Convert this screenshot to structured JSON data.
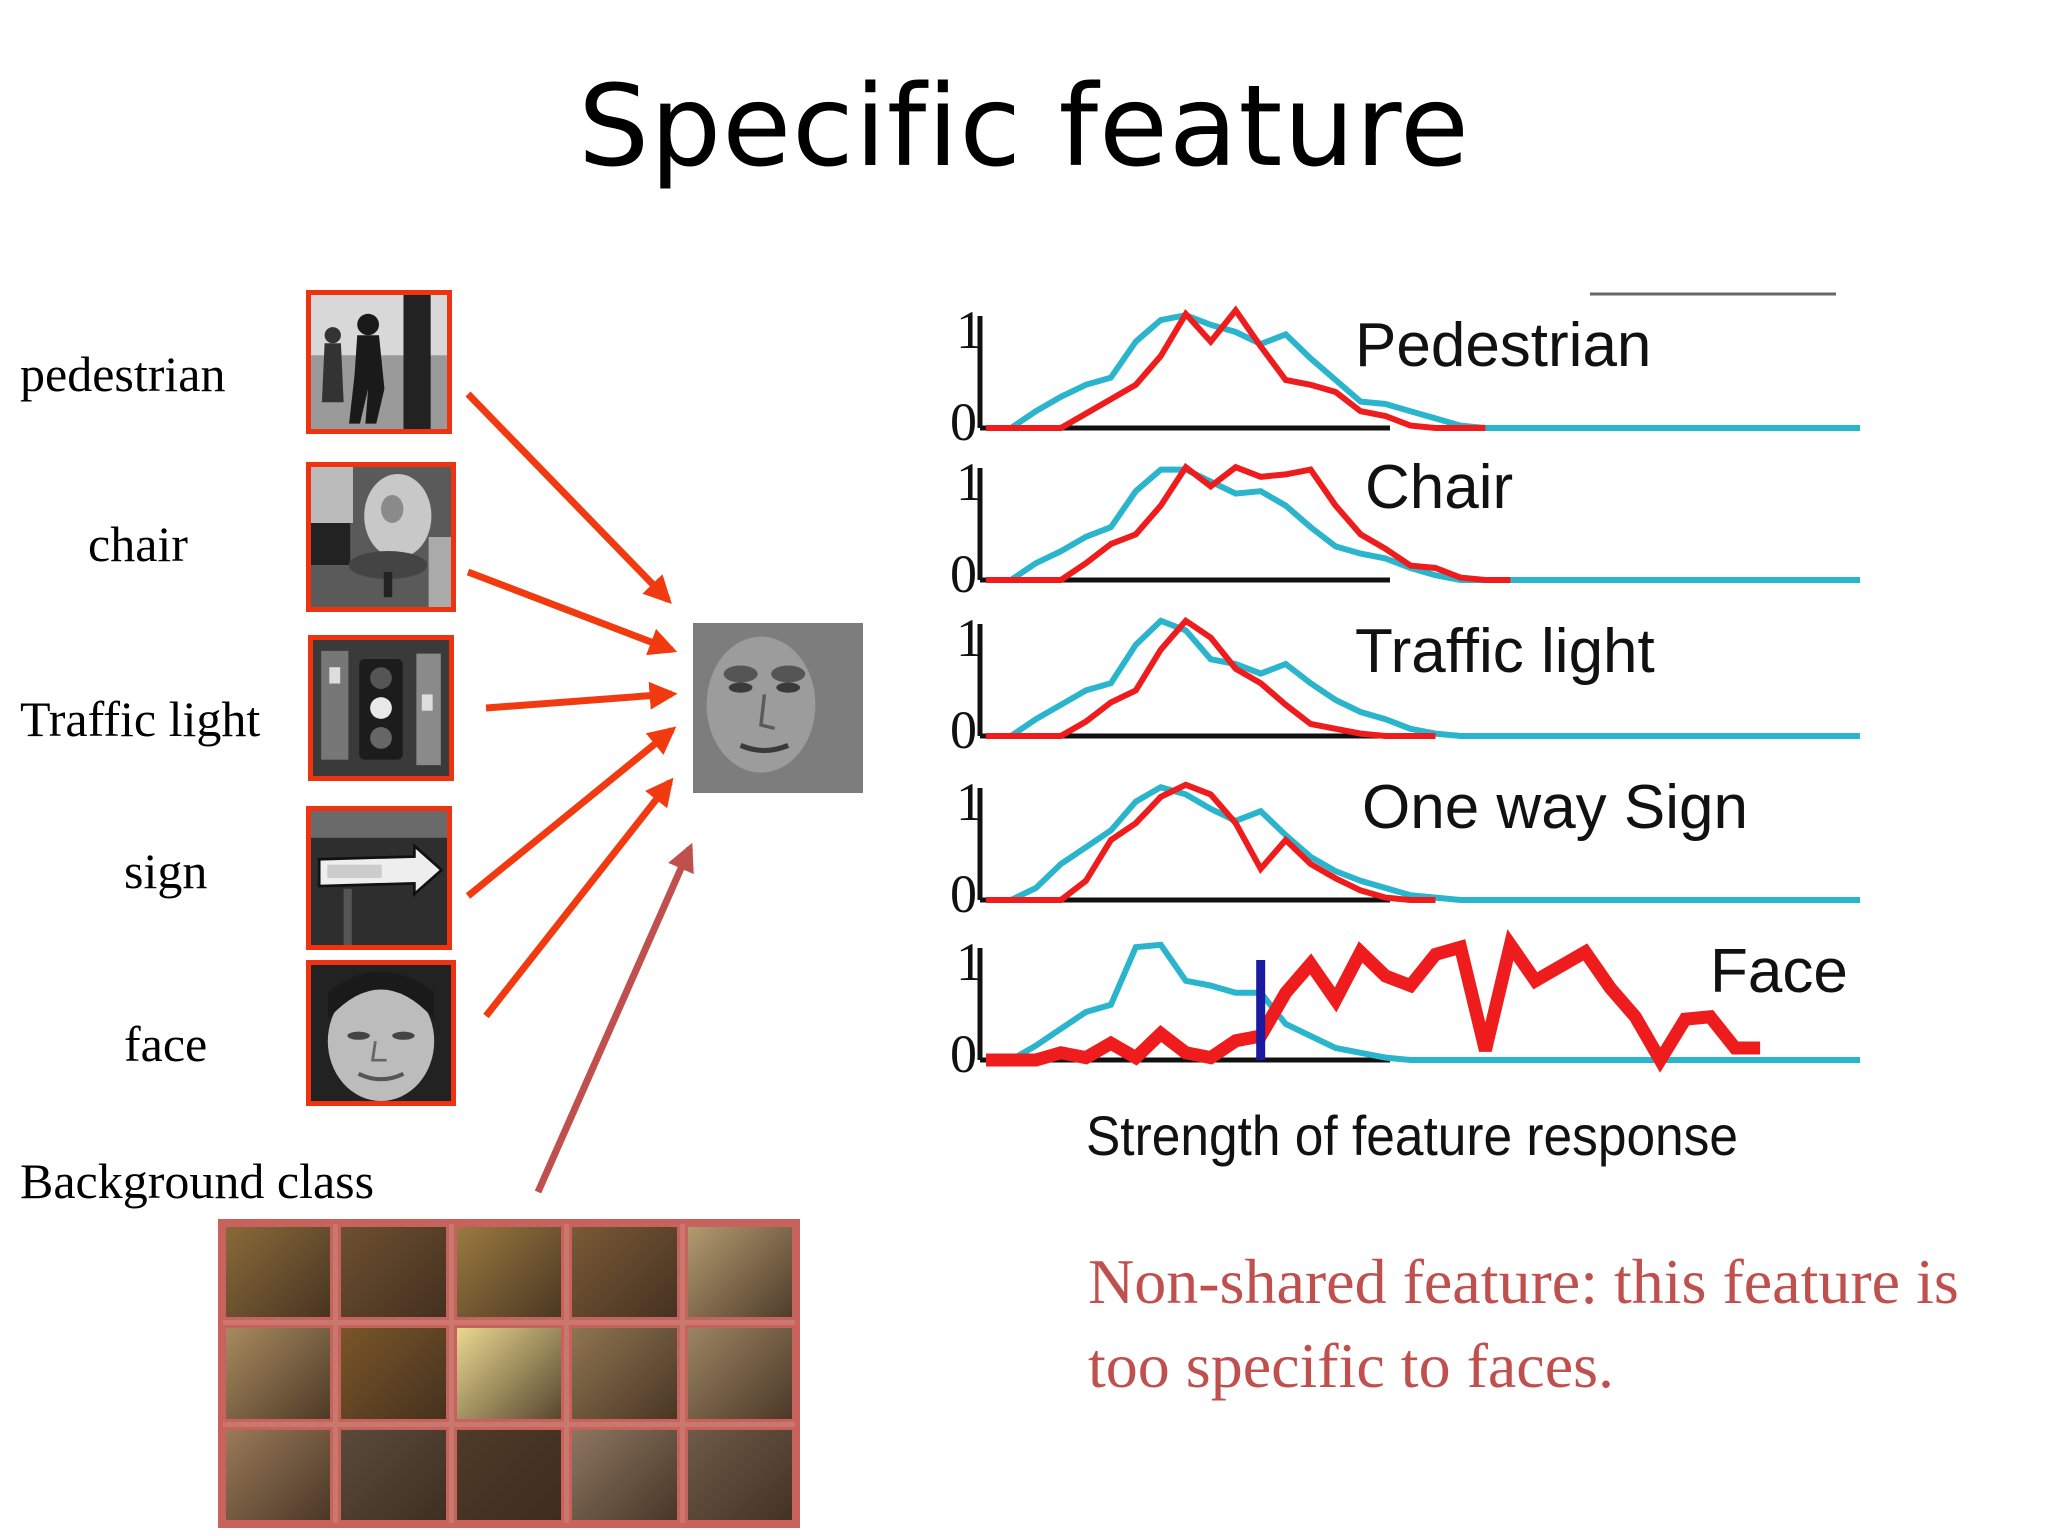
{
  "title": "Specific feature",
  "classes": [
    {
      "label": "pedestrian"
    },
    {
      "label": "chair"
    },
    {
      "label": "Traffic light"
    },
    {
      "label": "sign"
    },
    {
      "label": "face"
    }
  ],
  "background_label": "Background class",
  "note": "Non-shared feature: this feature is too specific to faces.",
  "colors": {
    "red": "#ee1c1c",
    "cyan": "#2ab5cc",
    "arrow": "#f23a10",
    "bg_arrow": "#c0504d",
    "threshold": "#1a1aa0",
    "note": "#c0504d"
  },
  "background_tiles": [
    "#8a6a3a",
    "#6e5030",
    "#9a7a40",
    "#7a5a36",
    "#b39a70",
    "#a88a5e",
    "#7a5628",
    "#e8d890",
    "#8f7450",
    "#9c8462",
    "#9a7a58",
    "#5a4a3c",
    "#4e3a28",
    "#8c7660",
    "#6e5a48"
  ],
  "chart_data": {
    "type": "line",
    "xlabel": "Strength of feature response",
    "yticks": [
      "0",
      "1"
    ],
    "panels": [
      {
        "label": "Pedestrian",
        "series": [
          {
            "color": "cyan",
            "values": [
              0,
              0,
              0.14,
              0.26,
              0.36,
              0.42,
              0.72,
              0.9,
              0.94,
              0.86,
              0.8,
              0.7,
              0.78,
              0.58,
              0.4,
              0.22,
              0.2,
              0.14,
              0.08,
              0.02,
              0,
              0,
              0,
              0,
              0,
              0,
              0,
              0,
              0,
              0,
              0,
              0,
              0,
              0,
              0,
              0
            ]
          },
          {
            "color": "red",
            "values": [
              0,
              0,
              0,
              0,
              0.12,
              0.24,
              0.36,
              0.6,
              0.95,
              0.72,
              0.98,
              0.68,
              0.4,
              0.36,
              0.3,
              0.14,
              0.1,
              0.02,
              0,
              0,
              0
            ]
          }
        ]
      },
      {
        "label": "Chair",
        "series": [
          {
            "color": "cyan",
            "values": [
              0,
              0,
              0.14,
              0.24,
              0.36,
              0.44,
              0.74,
              0.92,
              0.92,
              0.82,
              0.72,
              0.74,
              0.62,
              0.44,
              0.28,
              0.22,
              0.18,
              0.1,
              0.04,
              0,
              0,
              0,
              0,
              0,
              0,
              0,
              0,
              0,
              0,
              0,
              0,
              0,
              0,
              0,
              0,
              0
            ]
          },
          {
            "color": "red",
            "values": [
              0,
              0,
              0,
              0,
              0.14,
              0.3,
              0.38,
              0.62,
              0.94,
              0.78,
              0.94,
              0.86,
              0.88,
              0.92,
              0.62,
              0.38,
              0.26,
              0.12,
              0.1,
              0.02,
              0,
              0
            ]
          }
        ]
      },
      {
        "label": "Traffic light",
        "series": [
          {
            "color": "cyan",
            "values": [
              0,
              0,
              0.14,
              0.26,
              0.38,
              0.44,
              0.76,
              0.96,
              0.88,
              0.64,
              0.6,
              0.52,
              0.6,
              0.44,
              0.3,
              0.2,
              0.14,
              0.06,
              0.02,
              0,
              0,
              0,
              0,
              0,
              0,
              0,
              0,
              0,
              0,
              0,
              0,
              0,
              0,
              0,
              0,
              0
            ]
          },
          {
            "color": "red",
            "values": [
              0,
              0,
              0,
              0,
              0.12,
              0.28,
              0.38,
              0.72,
              0.96,
              0.82,
              0.56,
              0.44,
              0.26,
              0.1,
              0.06,
              0.02,
              0,
              0,
              0
            ]
          }
        ]
      },
      {
        "label": "One way Sign",
        "series": [
          {
            "color": "cyan",
            "values": [
              0,
              0,
              0.1,
              0.3,
              0.44,
              0.58,
              0.82,
              0.94,
              0.88,
              0.76,
              0.66,
              0.74,
              0.54,
              0.36,
              0.24,
              0.16,
              0.1,
              0.04,
              0.02,
              0,
              0,
              0,
              0,
              0,
              0,
              0,
              0,
              0,
              0,
              0,
              0,
              0,
              0,
              0,
              0,
              0
            ]
          },
          {
            "color": "red",
            "values": [
              0,
              0,
              0,
              0,
              0.16,
              0.5,
              0.64,
              0.86,
              0.96,
              0.88,
              0.64,
              0.26,
              0.5,
              0.3,
              0.18,
              0.08,
              0.02,
              0,
              0
            ]
          }
        ]
      },
      {
        "label": "Face",
        "threshold": 11,
        "series": [
          {
            "color": "cyan",
            "values": [
              0,
              0,
              0.12,
              0.26,
              0.4,
              0.46,
              0.94,
              0.96,
              0.66,
              0.62,
              0.56,
              0.56,
              0.3,
              0.2,
              0.1,
              0.06,
              0.02,
              0,
              0,
              0,
              0,
              0,
              0,
              0,
              0,
              0,
              0,
              0,
              0,
              0,
              0,
              0,
              0,
              0,
              0,
              0
            ]
          },
          {
            "color": "red",
            "values": [
              0,
              0,
              0,
              0.06,
              0.02,
              0.14,
              0.02,
              0.22,
              0.06,
              0.02,
              0.16,
              0.2,
              0.56,
              0.8,
              0.5,
              0.9,
              0.7,
              0.62,
              0.88,
              0.94,
              0.08,
              0.96,
              0.66,
              0.78,
              0.9,
              0.6,
              0.36,
              0,
              0.34,
              0.36,
              0.1,
              0.1
            ]
          }
        ]
      }
    ]
  }
}
